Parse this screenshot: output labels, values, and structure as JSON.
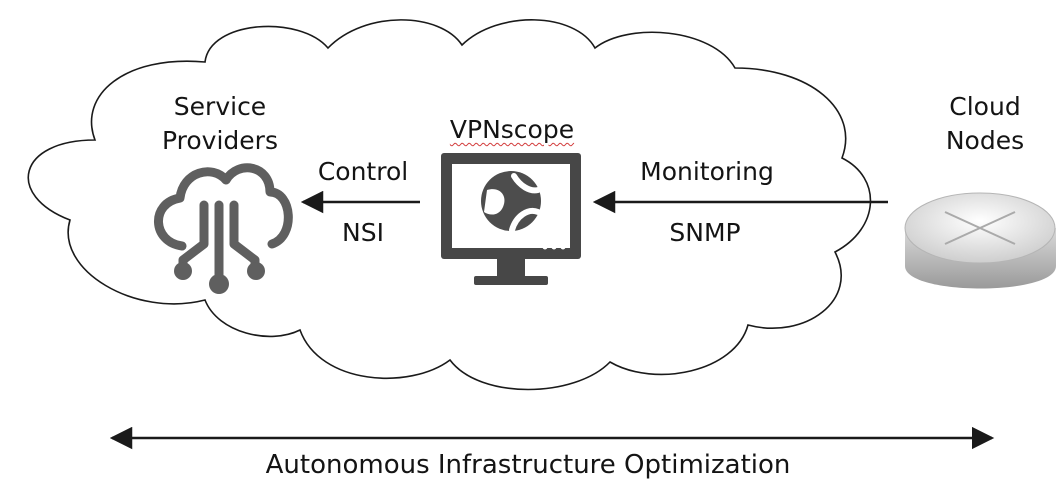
{
  "labels": {
    "service_providers": "Service Providers",
    "vpnscope": "VPNscope",
    "cloud_nodes": "Cloud Nodes",
    "control": "Control",
    "nsi": "NSI",
    "monitoring": "Monitoring",
    "snmp": "SNMP",
    "bottom": "Autonomous Infrastructure Optimization"
  },
  "icons": {
    "service_providers": "cloud-circuit-icon",
    "vpnscope": "monitor-globe-icon",
    "cloud_nodes": "router-icon"
  },
  "colors": {
    "outline": "#1a1a1a",
    "icon_gray": "#5f5f5f",
    "monitor_dark": "#4a4a4a",
    "router_silver": "#c9c9c9",
    "spellcheck_underline": "#d23b3b"
  }
}
